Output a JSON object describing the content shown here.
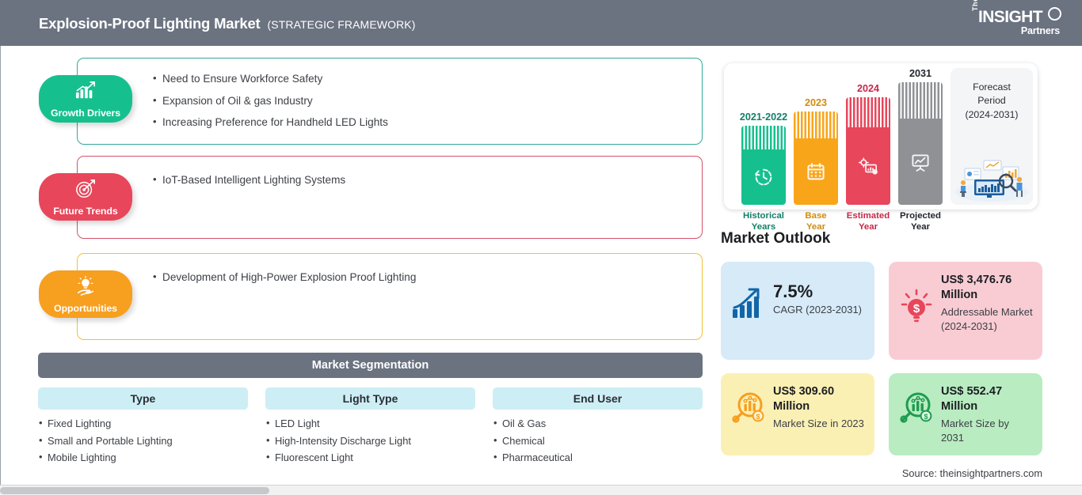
{
  "header": {
    "title": "Explosion-Proof Lighting Market",
    "subtitle": "(STRATEGIC FRAMEWORK)",
    "logo": {
      "the": "The",
      "insight": "INSIGHT",
      "partners": "Partners"
    },
    "bar_color": "#6b7280"
  },
  "framework": {
    "sections": [
      {
        "badge": "Growth Drivers",
        "icon": "bar-chart-arrow-icon",
        "color": "#15c08e",
        "border_color": "#34a999",
        "items": [
          "Need to Ensure Workforce Safety",
          "Expansion of Oil & gas Industry",
          "Increasing Preference for Handheld LED Lights"
        ]
      },
      {
        "badge": "Future Trends",
        "icon": "target-dart-icon",
        "color": "#e8465a",
        "border_color": "#d4526b",
        "items": [
          "IoT-Based Intelligent Lighting Systems"
        ]
      },
      {
        "badge": "Opportunities",
        "icon": "lightbulb-hand-icon",
        "color": "#f79f1f",
        "border_color": "#f0c13a",
        "items": [
          "Development of High-Power Explosion Proof Lighting"
        ]
      }
    ]
  },
  "segmentation": {
    "title": "Market Segmentation",
    "columns": [
      {
        "header": "Type",
        "items": [
          "Fixed Lighting",
          "Small and Portable Lighting",
          "Mobile Lighting"
        ]
      },
      {
        "header": "Light Type",
        "items": [
          "LED Light",
          "High-Intensity Discharge Light",
          "Fluorescent Light"
        ]
      },
      {
        "header": "End User",
        "items": [
          "Oil & Gas",
          "Chemical",
          "Pharmaceutical"
        ]
      }
    ]
  },
  "chart_data": {
    "type": "bar",
    "title": "Forecast Period",
    "categories": [
      "Historical Years",
      "Base Year",
      "Estimated Year",
      "Projected Year"
    ],
    "tick_labels": [
      "2021-2022",
      "2023",
      "2024",
      "2031"
    ],
    "values": [
      100,
      118,
      136,
      155
    ],
    "colors": [
      "#15c08e",
      "#f9a51a",
      "#e8465a",
      "#8f9195"
    ],
    "bar_icons": [
      "clock-history-icon",
      "calendar-icon",
      "gear-analytics-icon",
      "presentation-chart-icon"
    ],
    "xlabel": "",
    "ylabel": "",
    "grid": false,
    "legend": "none"
  },
  "forecast_panel": {
    "label_line1": "Forecast",
    "label_line2": "Period",
    "label_line3": "(2024-2031)",
    "illustration": "analytics-team-illustration"
  },
  "outlook": {
    "title": "Market Outlook",
    "cards": [
      {
        "big": "7.5%",
        "value": "",
        "sub": "CAGR (2023-2031)",
        "bg": "#d6eaf8",
        "icon": "growth-bar-chart-icon",
        "icon_color": "#1166a8"
      },
      {
        "big": "",
        "value": "US$ 3,476.76 Million",
        "sub": "Addressable Market (2024-2031)",
        "bg": "#f9ccd4",
        "icon": "bulb-dollar-icon",
        "icon_color": "#e8465a"
      },
      {
        "big": "",
        "value": "US$ 309.60 Million",
        "sub": "Market Size in 2023",
        "bg": "#fbf0b4",
        "icon": "magnifier-chart-dollar-icon",
        "icon_color": "#f79f1f"
      },
      {
        "big": "",
        "value": "US$ 552.47 Million",
        "sub": "Market Size by 2031",
        "bg": "#b9ecc1",
        "icon": "magnifier-chart-dollar-icon",
        "icon_color": "#1f9b52"
      }
    ]
  },
  "source": "Source: theinsightpartners.com"
}
